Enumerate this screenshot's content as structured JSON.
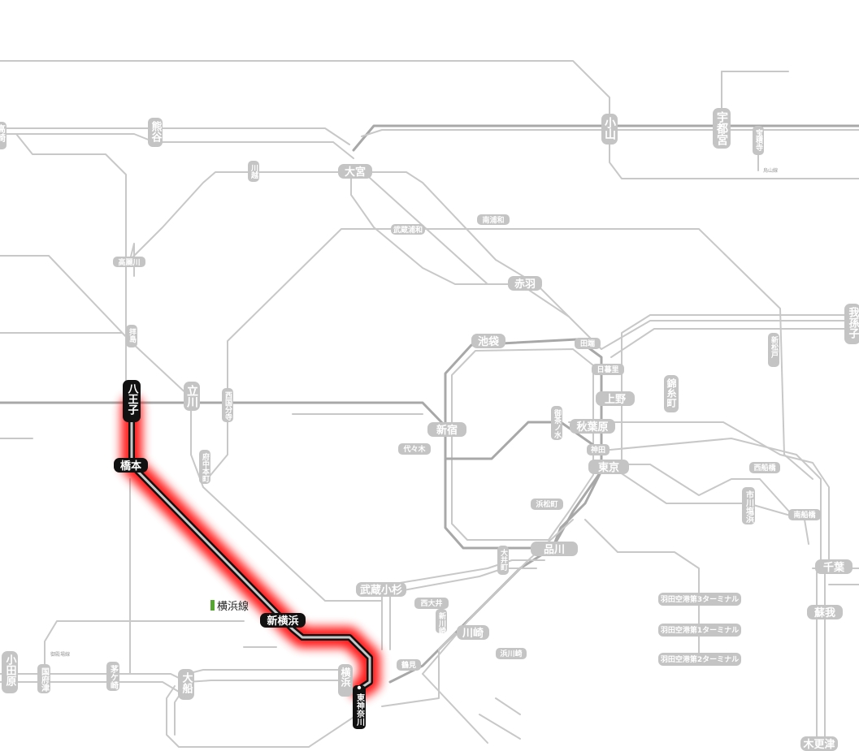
{
  "route": {
    "line_name": "横浜線",
    "line_color": "#55a630",
    "highlight_color": "#ff0000",
    "route_color": "#333333",
    "stations": [
      "八王子",
      "橋本",
      "新横浜",
      "東神奈川"
    ]
  },
  "stations": {
    "hachioji": "八王子",
    "hashimoto": "橋本",
    "shinyokohama": "新横浜",
    "higashikanagawa": "東神奈川",
    "takasaki": "高崎",
    "kumagaya": "熊谷",
    "kawagoe": "川越",
    "omiya": "大宮",
    "oyama": "小山",
    "utsunomiya": "宇都宮",
    "hojakuji": "宝積寺",
    "karasuyama": "烏山線",
    "minamiurawa": "南浦和",
    "musashiurawa": "武蔵浦和",
    "komagawa": "高麗川",
    "akabane": "赤羽",
    "haijima": "拝島",
    "ikebukuro": "池袋",
    "tabata": "田端",
    "nippori": "日暮里",
    "abiko": "我孫子",
    "shinmatsudo": "新松戸",
    "tachikawa": "立川",
    "nishikokubunji": "西国分寺",
    "ueno": "上野",
    "kinshicho": "錦糸町",
    "shinjuku": "新宿",
    "ochanomizu": "御茶ノ水",
    "akihabara": "秋葉原",
    "yoyogi": "代々木",
    "kanda": "神田",
    "fuchuhommachi": "府中本町",
    "tokyo": "東京",
    "nishifunabashi": "西船橋",
    "ichikawashiohama": "市川塩浜",
    "minamifunabashi": "南船橋",
    "hamamatsucho": "浜松町",
    "shinagawa": "品川",
    "oimachi": "大井町",
    "chiba": "千葉",
    "musashikosugi": "武蔵小杉",
    "nishioi": "西大井",
    "shinkawasaki": "新川崎",
    "kawasaki": "川崎",
    "hamakawasaki": "浜川崎",
    "soga": "蘇我",
    "haneda3": "羽田空港第3ターミナル",
    "haneda1": "羽田空港第1ターミナル",
    "haneda2": "羽田空港第2ターミナル",
    "odawara": "小田原",
    "kozu": "国府津",
    "gotemba": "御殿場線",
    "chigasaki": "茅ケ崎",
    "ofuna": "大船",
    "yokohama": "横浜",
    "tsurumi": "鶴見",
    "kisarazu": "木更津"
  }
}
